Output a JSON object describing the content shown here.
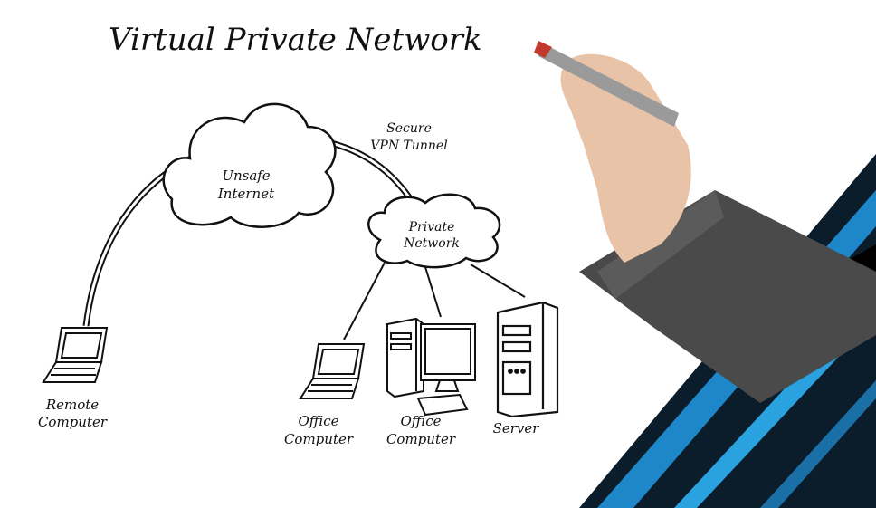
{
  "title": "Virtual Private Network",
  "clouds": {
    "unsafe_internet": [
      "Unsafe",
      "Internet"
    ],
    "private_network": [
      "Private",
      "Network"
    ]
  },
  "tunnel_label": [
    "Secure",
    "VPN Tunnel"
  ],
  "devices": {
    "remote_computer": [
      "Remote",
      "Computer"
    ],
    "office_computer_laptop": [
      "Office",
      "Computer"
    ],
    "office_computer_desktop": [
      "Office",
      "Computer"
    ],
    "server": [
      "Server"
    ]
  },
  "colors": {
    "ink": "#111111",
    "accent_blue": "#1d87c9",
    "accent_dark": "#0b1d2b",
    "sleeve": "#4a4a4a",
    "skin": "#e9c3a8"
  }
}
